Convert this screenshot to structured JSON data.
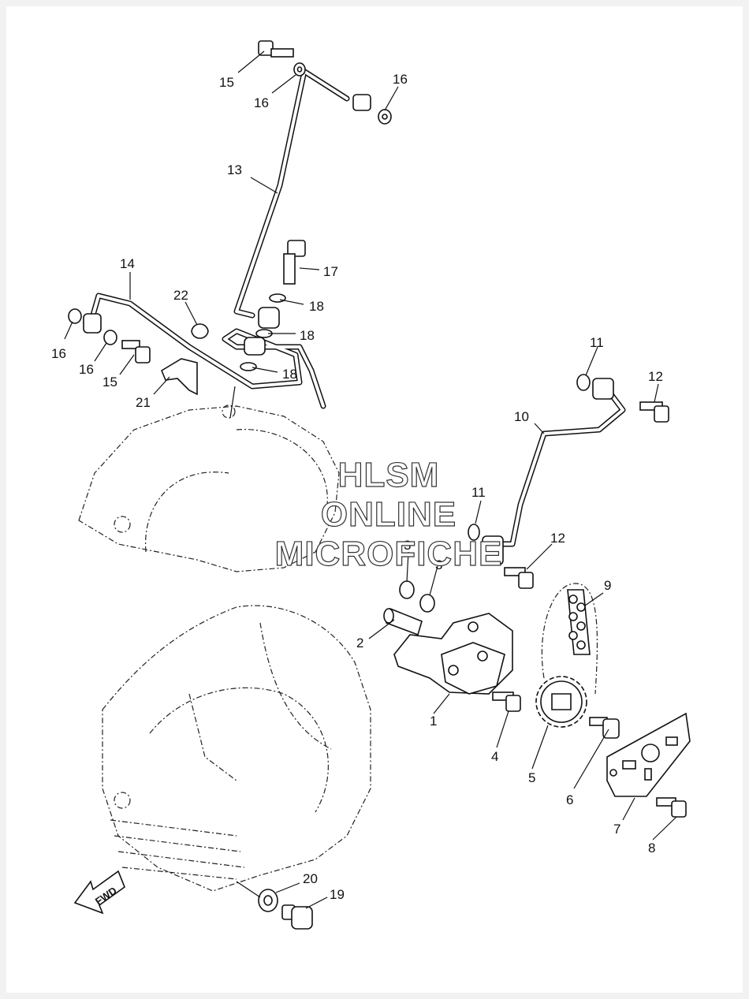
{
  "watermark": {
    "line1": "HLSM",
    "line2": "ONLINE",
    "line3": "MICROFICHE"
  },
  "direction_badge": "FWD",
  "callouts": {
    "c1": "1",
    "c2": "2",
    "c3a": "3",
    "c3b": "3",
    "c4": "4",
    "c5": "5",
    "c6": "6",
    "c7": "7",
    "c8": "8",
    "c9": "9",
    "c10": "10",
    "c11a": "11",
    "c11b": "11",
    "c12a": "12",
    "c12b": "12",
    "c13": "13",
    "c14": "14",
    "c15a": "15",
    "c15b": "15",
    "c16a": "16",
    "c16b": "16",
    "c16c": "16",
    "c16d": "16",
    "c17": "17",
    "c18a": "18",
    "c18b": "18",
    "c18c": "18",
    "c19": "19",
    "c20": "20",
    "c21": "21",
    "c22": "22"
  }
}
